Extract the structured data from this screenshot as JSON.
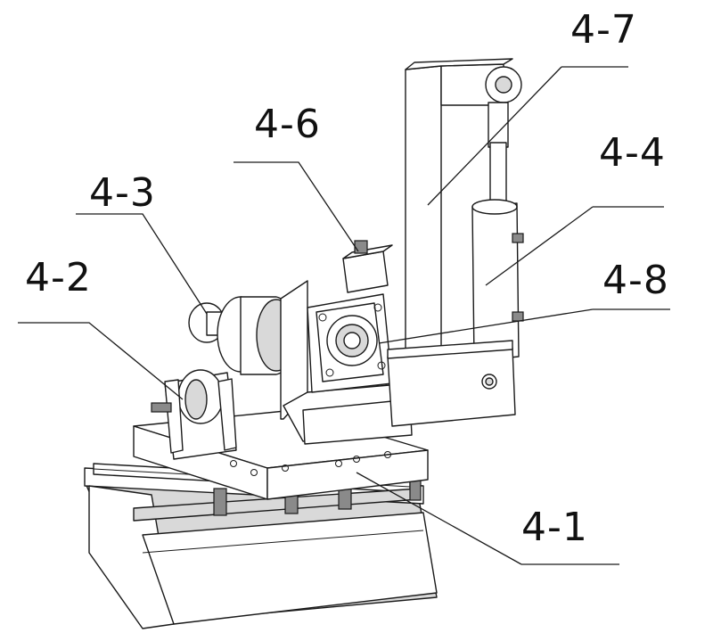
{
  "callouts": {
    "c41": "4-1",
    "c42": "4-2",
    "c43": "4-3",
    "c44": "4-4",
    "c46": "4-6",
    "c47": "4-7",
    "c48": "4-8"
  },
  "colors": {
    "line": "#1a1a1a",
    "fill": "#ffffff",
    "shade": "#d9d9d9"
  }
}
